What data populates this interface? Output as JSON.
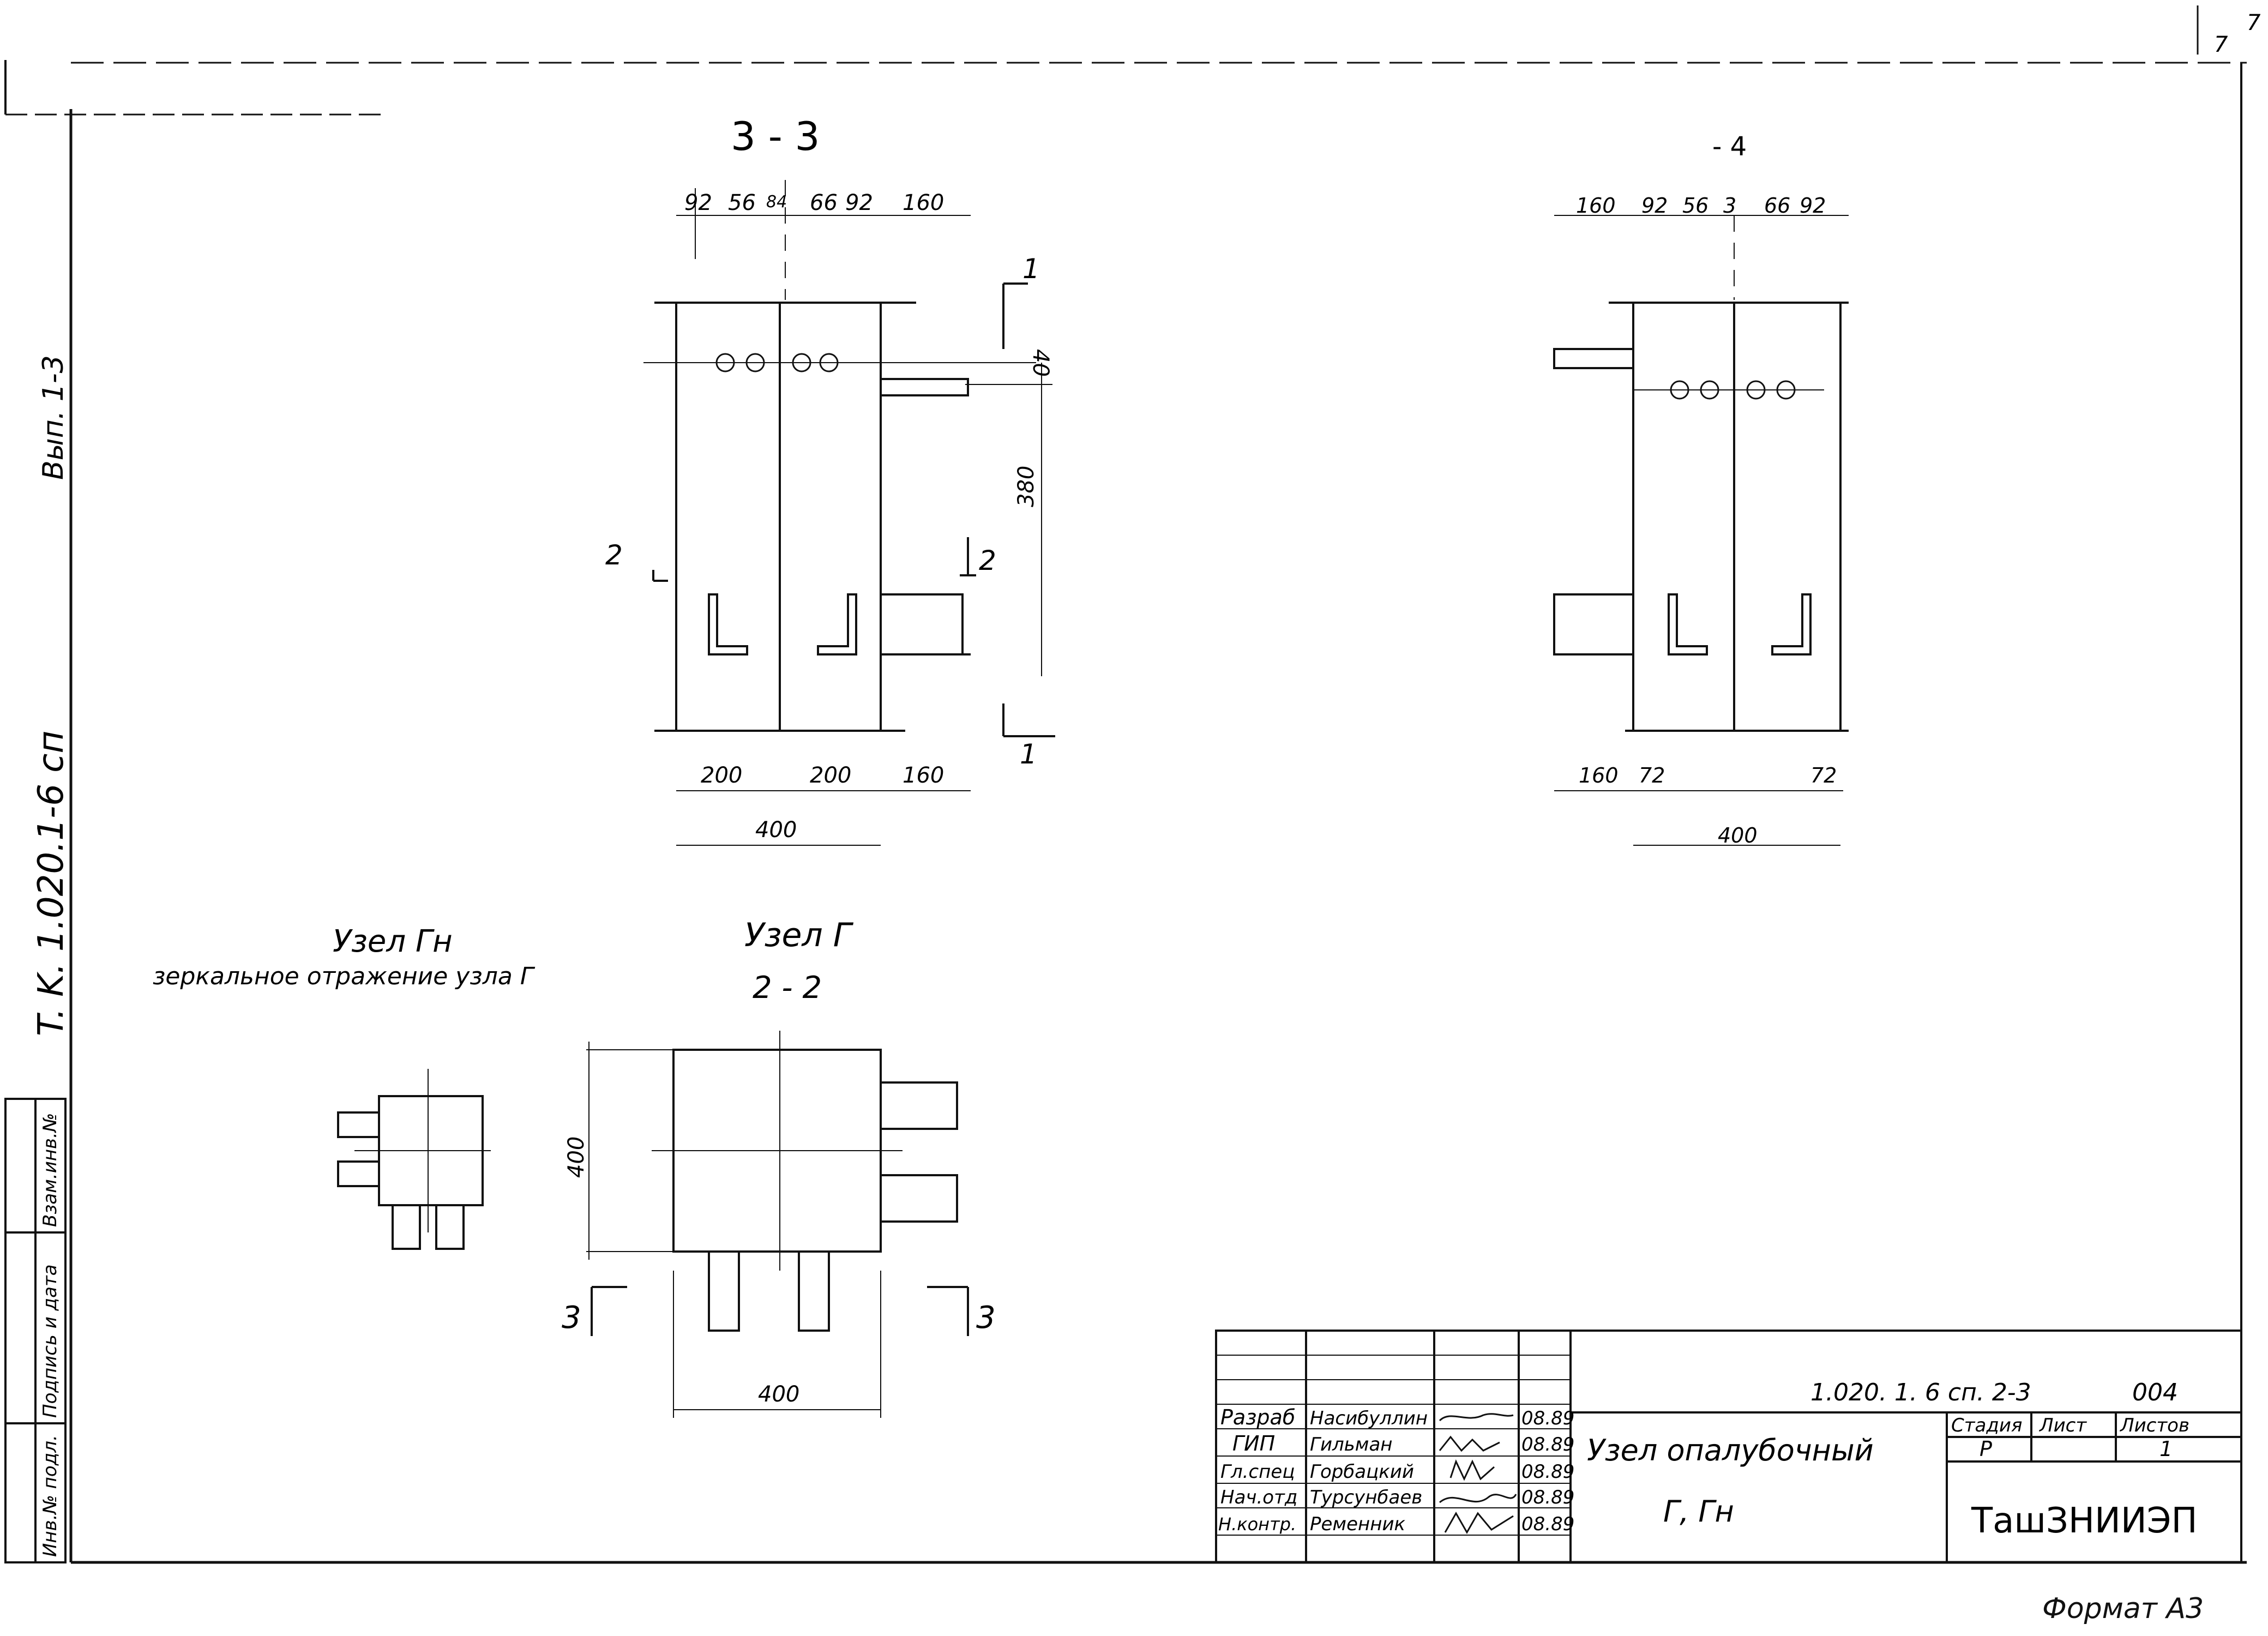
{
  "sheet": {
    "side_stamp": "T. K. 1.020.1-6 сп",
    "side_top_stamp": "Вып. 1-3",
    "format_label": "Формат А3",
    "corner_marks": [
      "7",
      "7"
    ]
  },
  "side_columns": [
    "Инв.№ подл.",
    "Подпись и дата",
    "Взам.инв.№"
  ],
  "views": {
    "section_3_3": {
      "title": "3 - 3",
      "top_dims": [
        "92",
        "56",
        "84",
        "66",
        "92",
        "160"
      ],
      "bottom_dims": [
        "200",
        "200",
        "160"
      ],
      "total_dim": "400",
      "right_dims": [
        "40",
        "380"
      ],
      "cut_1_top": "1",
      "cut_1_bottom": "1",
      "cut_2_left": "2",
      "cut_2_right": "2"
    },
    "mirror_view": {
      "title": "- 4",
      "top_dims": [
        "160",
        "92",
        "56",
        "3",
        "66",
        "92"
      ],
      "bottom_dims": [
        "160",
        "72",
        "72"
      ],
      "total_dim": "400"
    },
    "node_g": {
      "title": "Узел Г",
      "subtitle": "2 - 2",
      "left_dim": "400",
      "bottom_dim": "400",
      "cut_3_left": "3",
      "cut_3_right": "3"
    },
    "node_gn": {
      "title": "Узел Гн",
      "subtitle": "зеркальное отражение узла Г"
    }
  },
  "title_block": {
    "doc_code": "1.020. 1. 6 сп. 2-3",
    "doc_number": "004",
    "rows": [
      {
        "role": "Разраб",
        "name": "Насибуллин",
        "date": "08.89"
      },
      {
        "role": "ГИП",
        "name": "Гильман",
        "date": "08.89"
      },
      {
        "role": "Гл.спец",
        "name": "Горбацкий",
        "date": "08.89"
      },
      {
        "role": "Нач.отд",
        "name": "Турсунбаев",
        "date": "08.89"
      },
      {
        "role": "Н.контр.",
        "name": "Ременник",
        "date": "08.89"
      }
    ],
    "title_line1": "Узел опалубочный",
    "title_line2": "Г, Гн",
    "stage_header": "Стадия",
    "sheet_header": "Лист",
    "sheets_header": "Листов",
    "stage": "Р",
    "sheet": "",
    "sheets": "1",
    "organization": "ТашЗНИИЭП"
  }
}
